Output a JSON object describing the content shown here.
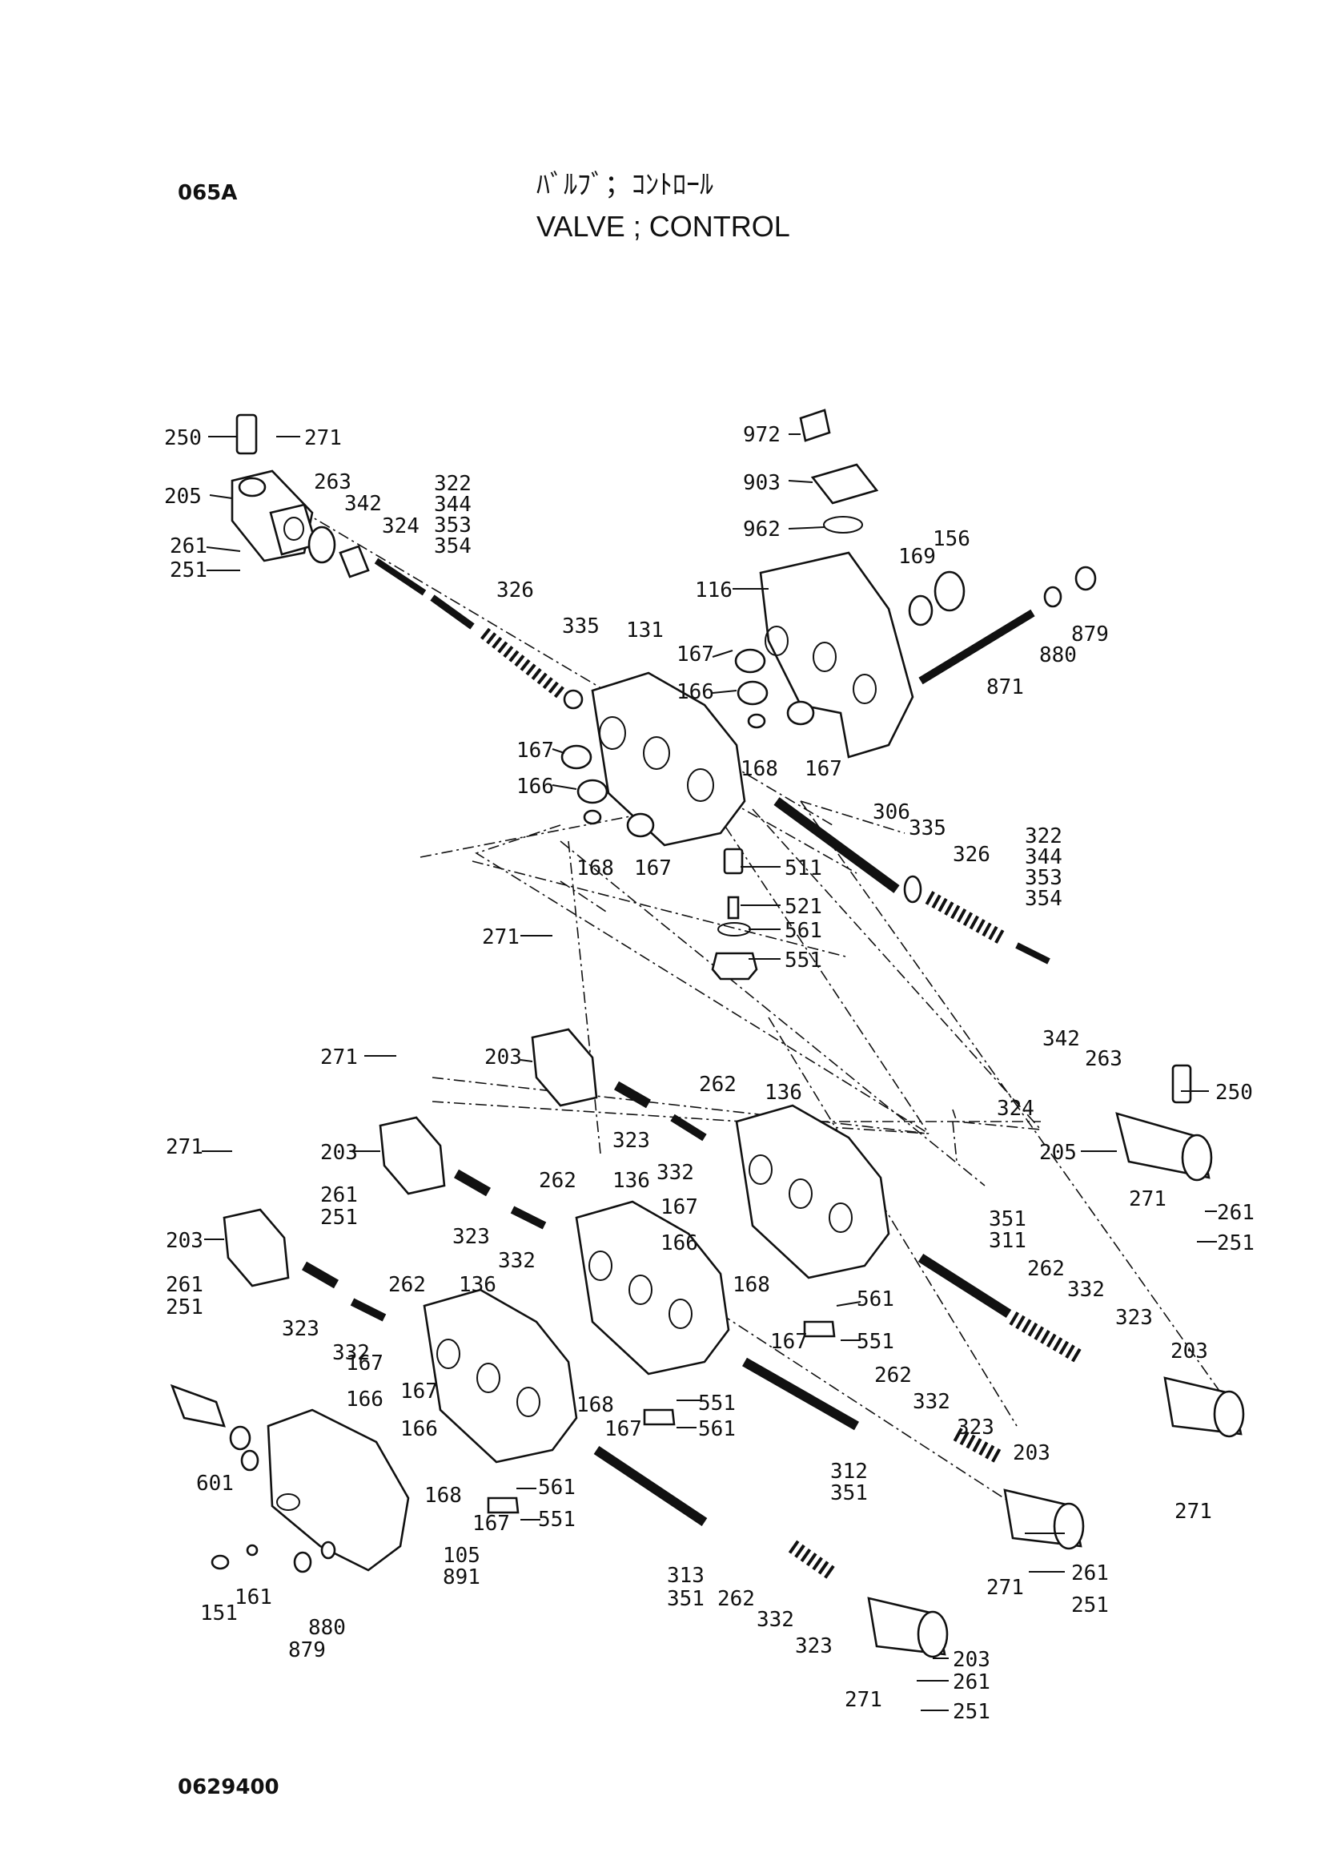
{
  "header": {
    "code": "065A",
    "title_jp": "ﾊﾞﾙﾌﾞ；ｺﾝﾄﾛｰﾙ",
    "title_en": "VALVE ; CONTROL"
  },
  "footer": {
    "drawing_no": "0629400"
  },
  "callouts": [
    {
      "id": "c1",
      "text": "250"
    },
    {
      "id": "c2",
      "text": "271"
    },
    {
      "id": "c3",
      "text": "205"
    },
    {
      "id": "c4",
      "text": "263"
    },
    {
      "id": "c5",
      "text": "342"
    },
    {
      "id": "c6",
      "text": "324"
    },
    {
      "id": "c7",
      "text": "322"
    },
    {
      "id": "c8",
      "text": "344"
    },
    {
      "id": "c9",
      "text": "353"
    },
    {
      "id": "c10",
      "text": "354"
    },
    {
      "id": "c11",
      "text": "261"
    },
    {
      "id": "c12",
      "text": "251"
    },
    {
      "id": "c13",
      "text": "326"
    },
    {
      "id": "c14",
      "text": "335"
    },
    {
      "id": "c15",
      "text": "131"
    },
    {
      "id": "c16",
      "text": "972"
    },
    {
      "id": "c17",
      "text": "903"
    },
    {
      "id": "c18",
      "text": "962"
    },
    {
      "id": "c19",
      "text": "116"
    },
    {
      "id": "c20",
      "text": "169"
    },
    {
      "id": "c21",
      "text": "156"
    },
    {
      "id": "c22",
      "text": "879"
    },
    {
      "id": "c23",
      "text": "880"
    },
    {
      "id": "c24",
      "text": "871"
    },
    {
      "id": "c25",
      "text": "167"
    },
    {
      "id": "c26",
      "text": "166"
    },
    {
      "id": "c27",
      "text": "168"
    },
    {
      "id": "c28",
      "text": "167"
    },
    {
      "id": "c29",
      "text": "167"
    },
    {
      "id": "c30",
      "text": "166"
    },
    {
      "id": "c31",
      "text": "168"
    },
    {
      "id": "c32",
      "text": "167"
    },
    {
      "id": "c33",
      "text": "306"
    },
    {
      "id": "c34",
      "text": "335"
    },
    {
      "id": "c35",
      "text": "326"
    },
    {
      "id": "c36",
      "text": "322"
    },
    {
      "id": "c37",
      "text": "344"
    },
    {
      "id": "c38",
      "text": "353"
    },
    {
      "id": "c39",
      "text": "354"
    },
    {
      "id": "c40",
      "text": "511"
    },
    {
      "id": "c41",
      "text": "521"
    },
    {
      "id": "c42",
      "text": "561"
    },
    {
      "id": "c43",
      "text": "551"
    },
    {
      "id": "c44",
      "text": "271"
    },
    {
      "id": "c45",
      "text": "203"
    },
    {
      "id": "c46",
      "text": "271"
    },
    {
      "id": "c47",
      "text": "323"
    },
    {
      "id": "c48",
      "text": "262"
    },
    {
      "id": "c49",
      "text": "136"
    },
    {
      "id": "c50",
      "text": "332"
    },
    {
      "id": "c51",
      "text": "342"
    },
    {
      "id": "c52",
      "text": "263"
    },
    {
      "id": "c53",
      "text": "250"
    },
    {
      "id": "c54",
      "text": "324"
    },
    {
      "id": "c55",
      "text": "205"
    },
    {
      "id": "c56",
      "text": "271"
    },
    {
      "id": "c57",
      "text": "261"
    },
    {
      "id": "c58",
      "text": "251"
    },
    {
      "id": "c59",
      "text": "203"
    },
    {
      "id": "c60",
      "text": "261"
    },
    {
      "id": "c61",
      "text": "251"
    },
    {
      "id": "c62",
      "text": "323"
    },
    {
      "id": "c63",
      "text": "262"
    },
    {
      "id": "c64",
      "text": "136"
    },
    {
      "id": "c65",
      "text": "332"
    },
    {
      "id": "c66",
      "text": "167"
    },
    {
      "id": "c67",
      "text": "166"
    },
    {
      "id": "c68",
      "text": "168"
    },
    {
      "id": "c69",
      "text": "561"
    },
    {
      "id": "c70",
      "text": "167"
    },
    {
      "id": "c71",
      "text": "551"
    },
    {
      "id": "c72",
      "text": "271"
    },
    {
      "id": "c73",
      "text": "203"
    },
    {
      "id": "c74",
      "text": "261"
    },
    {
      "id": "c75",
      "text": "251"
    },
    {
      "id": "c76",
      "text": "323"
    },
    {
      "id": "c77",
      "text": "332"
    },
    {
      "id": "c78",
      "text": "262"
    },
    {
      "id": "c79",
      "text": "136"
    },
    {
      "id": "c80",
      "text": "167"
    },
    {
      "id": "c81",
      "text": "166"
    },
    {
      "id": "c82",
      "text": "168"
    },
    {
      "id": "c83",
      "text": "561"
    },
    {
      "id": "c84",
      "text": "167"
    },
    {
      "id": "c85",
      "text": "551"
    },
    {
      "id": "c86",
      "text": "351"
    },
    {
      "id": "c87",
      "text": "311"
    },
    {
      "id": "c88",
      "text": "262"
    },
    {
      "id": "c89",
      "text": "332"
    },
    {
      "id": "c90",
      "text": "323"
    },
    {
      "id": "c91",
      "text": "203"
    },
    {
      "id": "c92",
      "text": "271"
    },
    {
      "id": "c93",
      "text": "167"
    },
    {
      "id": "c94",
      "text": "166"
    },
    {
      "id": "c95",
      "text": "168"
    },
    {
      "id": "c96",
      "text": "167"
    },
    {
      "id": "c97",
      "text": "561"
    },
    {
      "id": "c98",
      "text": "551"
    },
    {
      "id": "c99",
      "text": "262"
    },
    {
      "id": "c100",
      "text": "332"
    },
    {
      "id": "c101",
      "text": "323"
    },
    {
      "id": "c102",
      "text": "312"
    },
    {
      "id": "c103",
      "text": "351"
    },
    {
      "id": "c104",
      "text": "203"
    },
    {
      "id": "c105",
      "text": "271"
    },
    {
      "id": "c106",
      "text": "261"
    },
    {
      "id": "c107",
      "text": "251"
    },
    {
      "id": "c108",
      "text": "601"
    },
    {
      "id": "c109",
      "text": "105"
    },
    {
      "id": "c110",
      "text": "891"
    },
    {
      "id": "c111",
      "text": "151"
    },
    {
      "id": "c112",
      "text": "161"
    },
    {
      "id": "c113",
      "text": "880"
    },
    {
      "id": "c114",
      "text": "879"
    },
    {
      "id": "c115",
      "text": "313"
    },
    {
      "id": "c116",
      "text": "351"
    },
    {
      "id": "c117",
      "text": "262"
    },
    {
      "id": "c118",
      "text": "332"
    },
    {
      "id": "c119",
      "text": "323"
    },
    {
      "id": "c120",
      "text": "203"
    },
    {
      "id": "c121",
      "text": "271"
    },
    {
      "id": "c122",
      "text": "261"
    },
    {
      "id": "c123",
      "text": "251"
    }
  ]
}
